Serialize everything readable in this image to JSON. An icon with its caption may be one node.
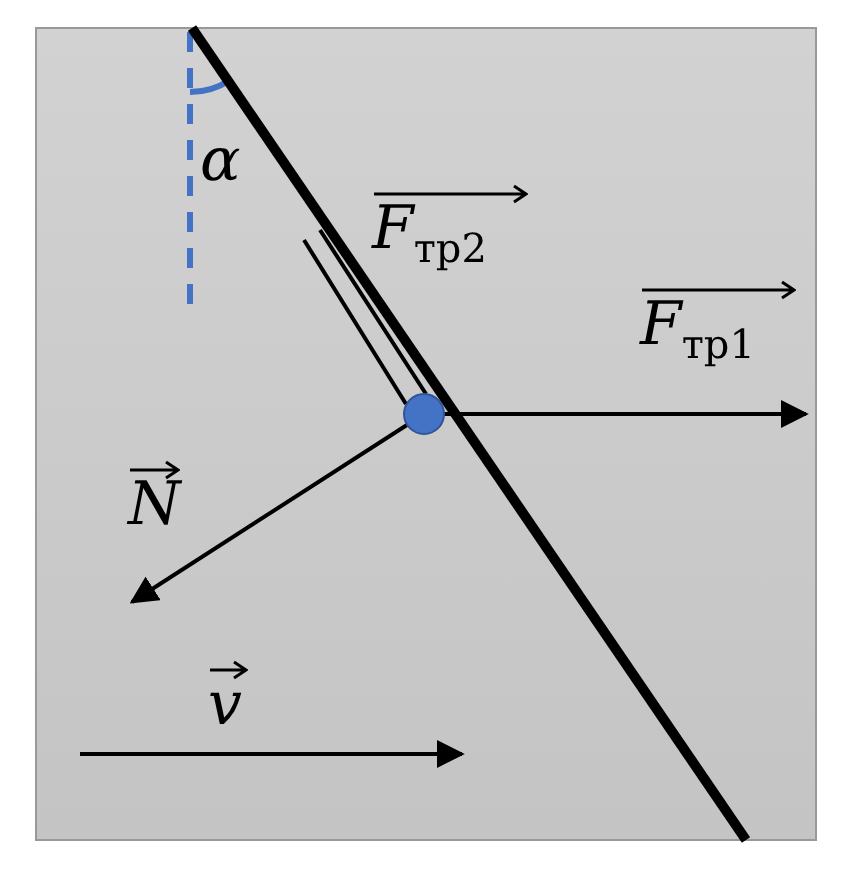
{
  "diagram": {
    "labels": [
      "α",
      "F$_{тр2}$",
      "F$_{тр1}$",
      "N",
      "v"
    ]
  }
}
